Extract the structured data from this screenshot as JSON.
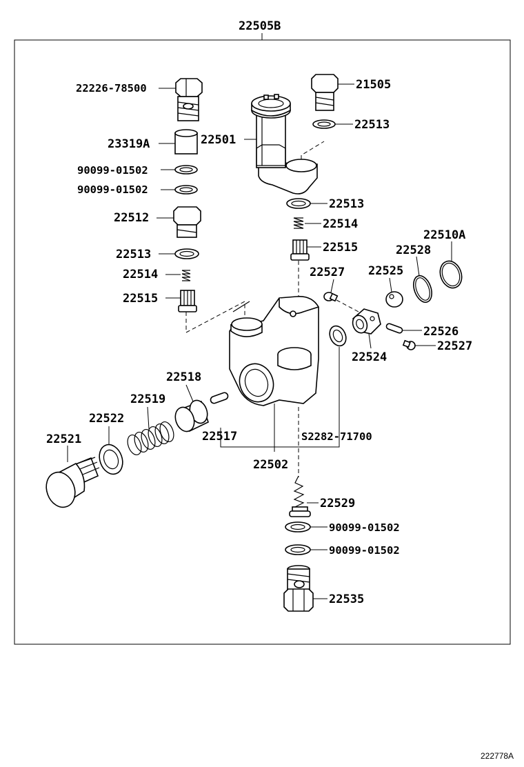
{
  "assembly_label": "22505B",
  "reference_code": "222778A",
  "parts": {
    "banjo_bolt_top_left": "22226-78500",
    "bolt_top_right": "21505",
    "gasket_top_right": "22513",
    "sleeve": "23319A",
    "pump_housing_top": "22501",
    "washer_a": "90099-01502",
    "washer_b": "90099-01502",
    "gasket_center": "22513",
    "plug_left": "22512",
    "spring_center": "22514",
    "gasket_left": "22513",
    "valve_center": "22515",
    "spring_left": "22514",
    "valve_left": "22515",
    "o_ring": "22510A",
    "snap_ring": "22528",
    "cap": "22525",
    "screw_a": "22527",
    "pin": "22526",
    "screw_b": "22527",
    "lever": "22524",
    "piston": "22518",
    "spring_large": "22519",
    "gasket_large": "22522",
    "plug_large": "22521",
    "small_pin": "22517",
    "body_kit": "S2282-71700",
    "pump_body": "22502",
    "strainer": "22529",
    "washer_c": "90099-01502",
    "washer_d": "90099-01502",
    "union_bolt": "22535"
  }
}
